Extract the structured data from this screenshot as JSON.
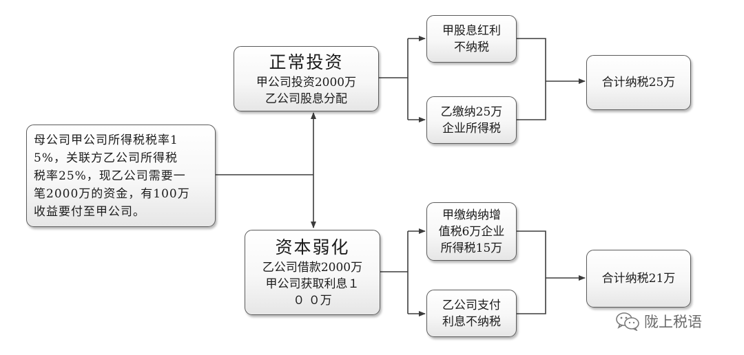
{
  "source_box": {
    "text": "母公司甲公司所得税税率1\n5%，关联方乙公司所得税\n税率25%，现乙公司需要一\n笔2000万的资金，有100万\n收益要付至甲公司。"
  },
  "normal_investment": {
    "title": "正常投资",
    "line1": "甲公司投资2000万",
    "line2": "乙公司股息分配"
  },
  "capital_weakening": {
    "title": "资本弱化",
    "line1": "乙公司借款2000万",
    "line2": "甲公司获取利息１",
    "line3": "０ ０万"
  },
  "outcome_a1": {
    "line1": "甲股息红利",
    "line2": "不纳税"
  },
  "outcome_a2": {
    "line1": "乙缴纳25万",
    "line2": "企业所得税"
  },
  "outcome_b1": {
    "line1": "甲缴纳纳增",
    "line2": "值税6万企业",
    "line3": "所得税15万"
  },
  "outcome_b2": {
    "line1": "乙公司支付",
    "line2": "利息不纳税"
  },
  "total_a": {
    "text": "合计纳税25万"
  },
  "total_b": {
    "text": "合计纳税21万"
  },
  "watermark": {
    "text": "陇上税语",
    "icon": "wechat-icon"
  },
  "colors": {
    "line": "#3c3c3c",
    "border": "#5a5a5a"
  }
}
